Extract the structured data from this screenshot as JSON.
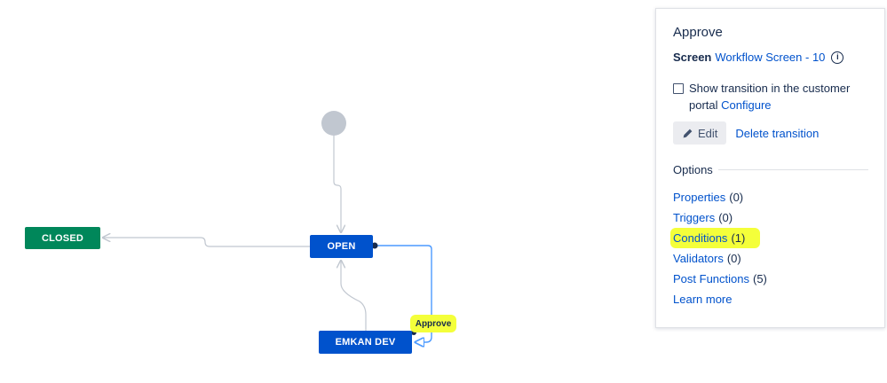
{
  "diagram": {
    "start_node": "start",
    "nodes": {
      "closed": "CLOSED",
      "open": "OPEN",
      "emkan_dev": "EMKAN DEV"
    },
    "transition_label": "Approve",
    "highlight_color": "#f4ff3a",
    "status_colors": {
      "done": "#00875a",
      "in_progress": "#0052cc"
    }
  },
  "panel": {
    "title": "Approve",
    "screen_label": "Screen",
    "screen_value": "Workflow Screen - 10",
    "info_icon": "info-icon",
    "checkbox_label": "Show transition in the customer portal",
    "configure_link": "Configure",
    "edit_button": "Edit",
    "delete_link": "Delete transition",
    "options_heading": "Options",
    "options": [
      {
        "label": "Properties",
        "count": "(0)"
      },
      {
        "label": "Triggers",
        "count": "(0)"
      },
      {
        "label": "Conditions",
        "count": "(1)",
        "highlighted": true
      },
      {
        "label": "Validators",
        "count": "(0)"
      },
      {
        "label": "Post Functions",
        "count": "(5)"
      }
    ],
    "learn_more": "Learn more"
  }
}
